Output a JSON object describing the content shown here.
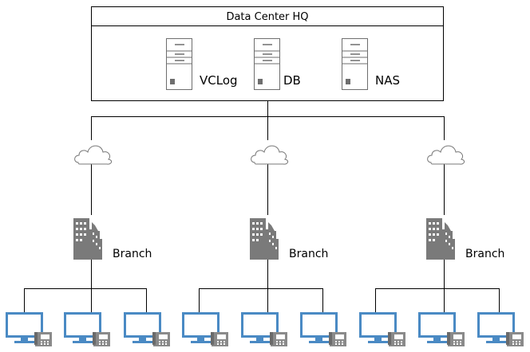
{
  "hq": {
    "title": "Data Center HQ"
  },
  "servers": [
    {
      "label": "VCLog"
    },
    {
      "label": "DB"
    },
    {
      "label": "NAS"
    }
  ],
  "branches": [
    {
      "label": "Branch"
    },
    {
      "label": "Branch"
    },
    {
      "label": "Branch"
    }
  ],
  "colors": {
    "line": "#000000",
    "server_body": "#ffffff",
    "server_stroke": "#6e6e6e",
    "building": "#7a7a7a",
    "monitor": "#4a8ac4",
    "phone": "#8a8a8a",
    "cloud_stroke": "#777777"
  },
  "icons": [
    "server-icon",
    "cloud-icon",
    "office-building-icon",
    "desktop-monitor-icon",
    "ip-phone-icon"
  ]
}
